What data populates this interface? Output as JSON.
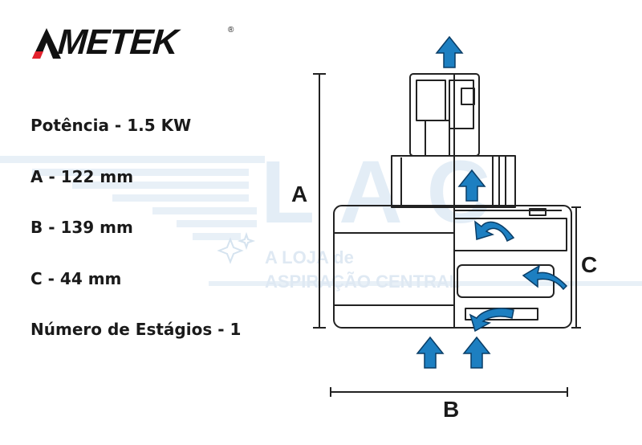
{
  "brand": {
    "name": "METEK",
    "registered": "®",
    "color": "#e3222d"
  },
  "specs": [
    "Potência - 1.5 KW",
    "A - 122 mm",
    "B - 139 mm",
    "C - 44 mm",
    "Número de Estágios - 1"
  ],
  "watermark": {
    "big": "LAC",
    "line1": "A LOJA de",
    "line2": "ASPIRAÇÃO CENTRAL"
  },
  "dimensions": {
    "a": "A",
    "b": "B",
    "c": "C"
  },
  "colors": {
    "arrow": "#1d7fc1",
    "outline": "#222222",
    "watermark": "#e3edf6"
  }
}
